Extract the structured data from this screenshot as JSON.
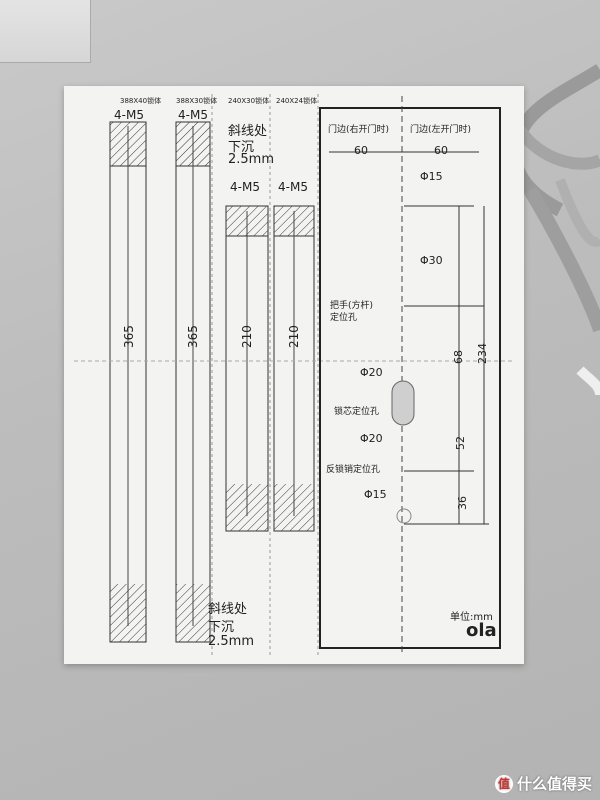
{
  "template": {
    "slots": [
      {
        "header": "388X40锁体",
        "holes": "4-M5",
        "length": "365"
      },
      {
        "header": "388X30锁体",
        "holes": "4-M5",
        "length": "365"
      },
      {
        "header": "240X30锁体",
        "holes": "4-M5",
        "length": "210"
      },
      {
        "header": "240X24锁体",
        "holes": "4-M5",
        "length": "210"
      }
    ],
    "bevel_note_top": [
      "斜线处",
      "下沉",
      "2.5mm"
    ],
    "bevel_note_bottom": [
      "斜线处",
      "下沉",
      "2.5mm"
    ],
    "door_panel": {
      "right_open": "门边(右开门时)",
      "left_open": "门边(左开门时)",
      "dim_left": "60",
      "dim_right": "60",
      "phi15_top": "Φ15",
      "phi30": "Φ30",
      "handle_label": [
        "把手(方杆)",
        "定位孔"
      ],
      "dim_68": "68",
      "dim_234": "234",
      "phi20_lock": "Φ20",
      "lock_label": "锁芯定位孔",
      "dim_52": "52",
      "phi20_lower": "Φ20",
      "anti_lock_label": "反锁销定位孔",
      "dim_36": "36",
      "phi15_bottom": "Φ15",
      "unit": "单位:mm",
      "brand": "ola"
    }
  },
  "watermark": {
    "badge": "值",
    "text": "什么值得买"
  }
}
